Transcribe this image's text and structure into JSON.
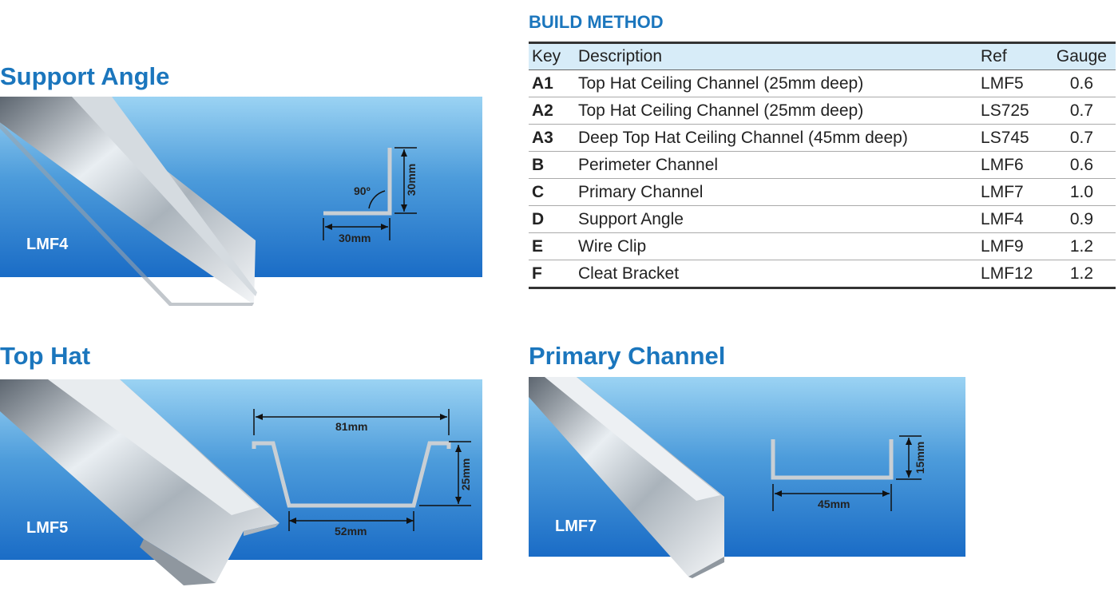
{
  "sections": {
    "support_angle": {
      "heading": "Support Angle",
      "code": "LMF4",
      "angle": "90º",
      "height": "30mm",
      "width": "30mm"
    },
    "top_hat": {
      "heading": "Top Hat",
      "code": "LMF5",
      "top_width": "81mm",
      "bottom_width": "52mm",
      "depth": "25mm"
    },
    "primary_channel": {
      "heading": "Primary Channel",
      "code": "LMF7",
      "width": "45mm",
      "depth": "15mm"
    }
  },
  "build_method": {
    "title": "BUILD METHOD",
    "headers": {
      "key": "Key",
      "description": "Description",
      "ref": "Ref",
      "gauge": "Gauge"
    },
    "rows": [
      {
        "key": "A1",
        "description": "Top Hat Ceiling Channel (25mm deep)",
        "ref": "LMF5",
        "gauge": "0.6"
      },
      {
        "key": "A2",
        "description": "Top Hat Ceiling Channel (25mm deep)",
        "ref": "LS725",
        "gauge": "0.7"
      },
      {
        "key": "A3",
        "description": "Deep Top Hat Ceiling Channel (45mm deep)",
        "ref": "LS745",
        "gauge": "0.7"
      },
      {
        "key": "B",
        "description": "Perimeter Channel",
        "ref": "LMF6",
        "gauge": "0.6"
      },
      {
        "key": "C",
        "description": "Primary Channel",
        "ref": "LMF7",
        "gauge": "1.0"
      },
      {
        "key": "D",
        "description": "Support Angle",
        "ref": "LMF4",
        "gauge": "0.9"
      },
      {
        "key": "E",
        "description": "Wire Clip",
        "ref": "LMF9",
        "gauge": "1.2"
      },
      {
        "key": "F",
        "description": "Cleat Bracket",
        "ref": "LMF12",
        "gauge": "1.2"
      }
    ]
  }
}
